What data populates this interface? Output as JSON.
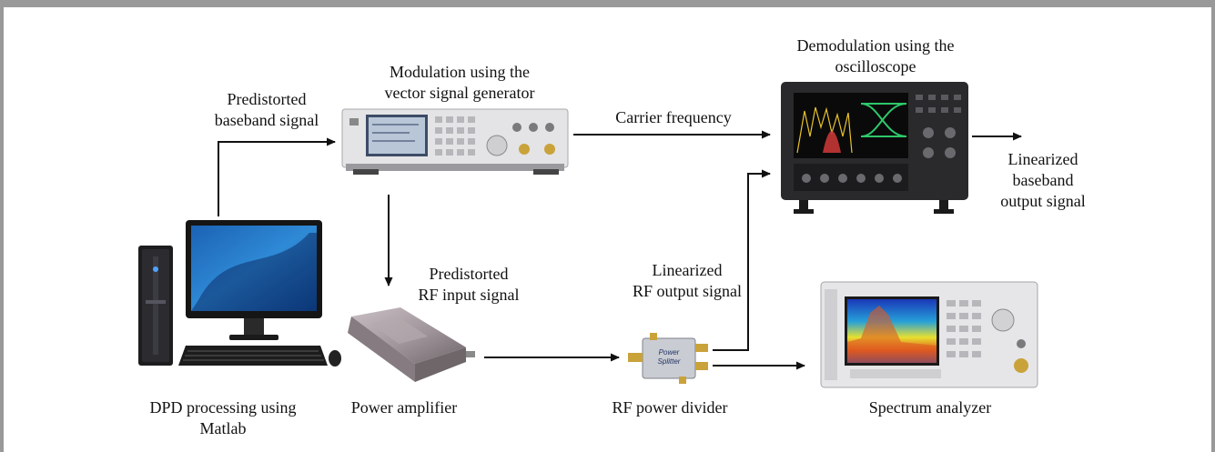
{
  "labels": {
    "vsg": [
      "Modulation using the",
      "vector signal generator"
    ],
    "osc": [
      "Demodulation using the",
      "oscilloscope"
    ],
    "pred_baseband": [
      "Predistorted",
      "baseband signal"
    ],
    "carrier": "Carrier frequency",
    "lin_baseband": [
      "Linearized",
      "baseband",
      "output signal"
    ],
    "pred_rf": [
      "Predistorted",
      "RF input signal"
    ],
    "lin_rf": [
      "Linearized",
      "RF output signal"
    ],
    "pc": [
      "DPD processing using",
      "Matlab"
    ],
    "pa": "Power amplifier",
    "divider": "RF power divider",
    "spectrum": "Spectrum analyzer"
  },
  "device_text": {
    "divider_print": [
      "Power",
      "Splitter"
    ]
  },
  "colors": {
    "frame": "#999999",
    "arrow": "#111111",
    "eye_trace": "#2ec86a",
    "spectrum_hot": "#e8e030"
  }
}
